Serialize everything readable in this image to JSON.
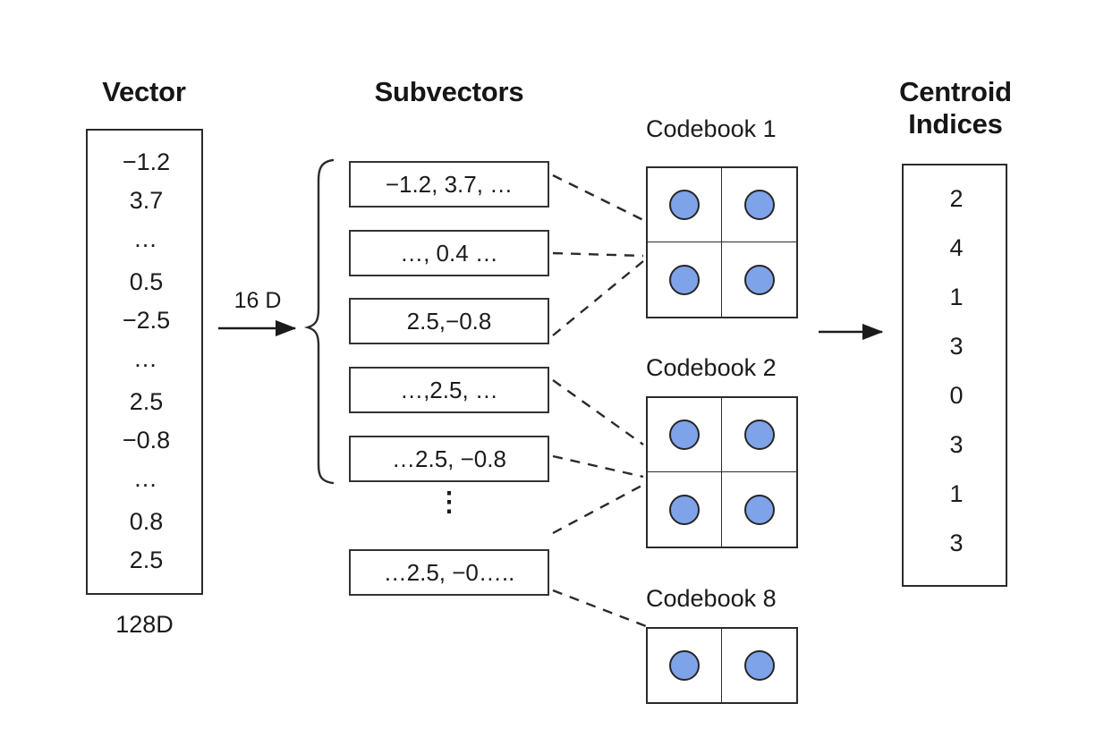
{
  "diagram": {
    "title": "Product Quantization diagram",
    "accent_color": "#7fa3e8",
    "line_color": "#2b2b2b"
  },
  "vector": {
    "heading": "Vector",
    "caption": "128D",
    "values": [
      "−1.2",
      "3.7",
      "…",
      "0.5",
      "−2.5",
      "…",
      "2.5",
      "−0.8",
      "…",
      "0.8",
      "2.5"
    ]
  },
  "split": {
    "label": "16 D",
    "arrow_icon": "right-arrow-icon",
    "brace_icon": "left-curly-brace-icon"
  },
  "subvectors": {
    "heading": "Subvectors",
    "vertical_dots": "⋮",
    "boxes": [
      {
        "text": "−1.2, 3.7, …"
      },
      {
        "text": "…, 0.4  …"
      },
      {
        "text": "2.5,−0.8"
      },
      {
        "text": "…,2.5, …"
      },
      {
        "text": "…2.5, −0.8"
      },
      {
        "text": "…2.5, −0….."
      }
    ]
  },
  "codebooks": [
    {
      "title": "Codebook 1",
      "rows": 2,
      "cols": 2,
      "cells": 4
    },
    {
      "title": "Codebook 2",
      "rows": 2,
      "cols": 2,
      "cells": 4
    },
    {
      "title": "Codebook 8",
      "rows": 1,
      "cols": 2,
      "cells": 2
    }
  ],
  "centroid_indices": {
    "heading_line1": "Centroid",
    "heading_line2": "Indices",
    "arrow_icon": "right-arrow-icon",
    "values": [
      "2",
      "4",
      "1",
      "3",
      "0",
      "3",
      "1",
      "3"
    ]
  }
}
